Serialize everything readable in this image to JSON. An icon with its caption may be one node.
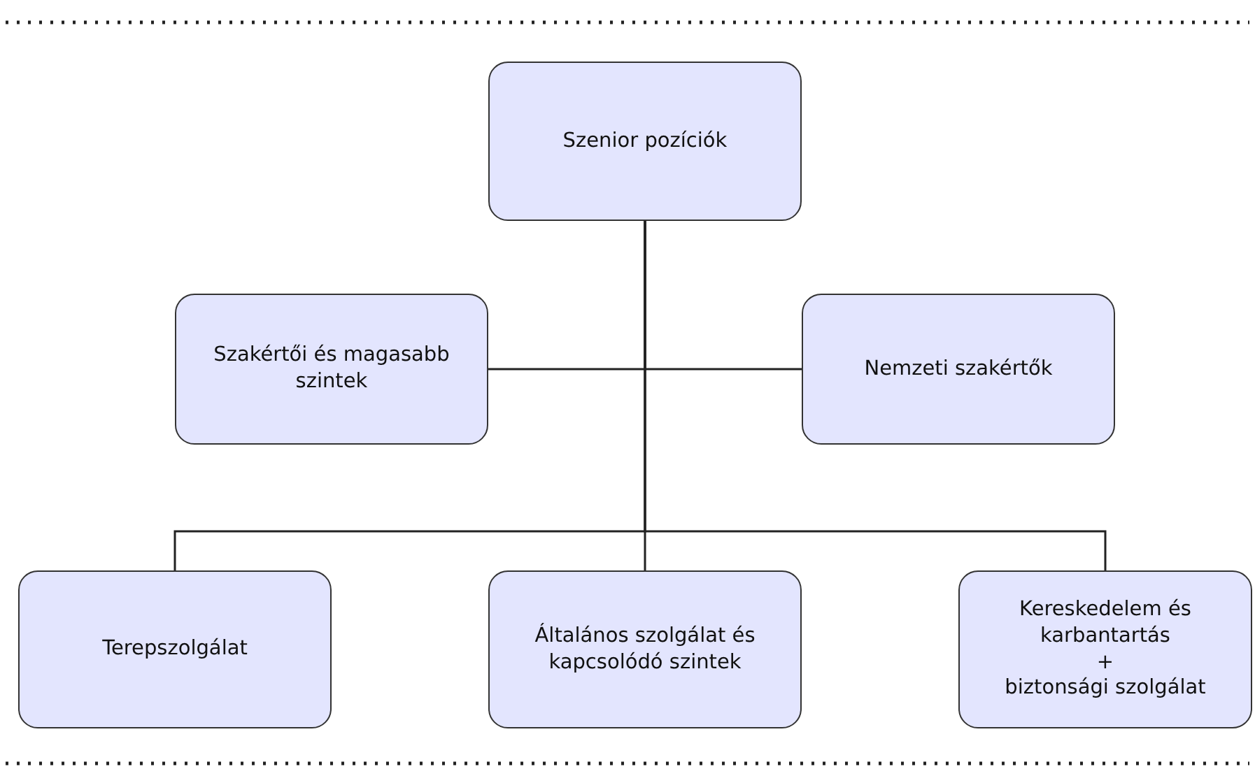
{
  "diagram": {
    "nodes": [
      {
        "text": [
          "Szenior pozíciók"
        ]
      },
      {
        "text": [
          "Szakértői és magasabb szintek"
        ]
      },
      {
        "text": [
          "Nemzeti szakértők"
        ]
      },
      {
        "text": [
          "Terepszolgálat"
        ]
      },
      {
        "text": [
          "Általános szolgálat és kapcsolódó szintek"
        ]
      },
      {
        "text": [
          "Kereskedelem és karbantartás",
          "+",
          "biztonsági szolgálat"
        ]
      }
    ],
    "edges": [
      {
        "from": 0,
        "to": 1,
        "arrow": "none"
      },
      {
        "from": 0,
        "to": 2,
        "arrow": "none"
      },
      {
        "from": 0,
        "to": 3,
        "arrow": "none"
      },
      {
        "from": 0,
        "to": 4,
        "arrow": "none"
      },
      {
        "from": 0,
        "to": 5,
        "arrow": "none"
      }
    ]
  }
}
